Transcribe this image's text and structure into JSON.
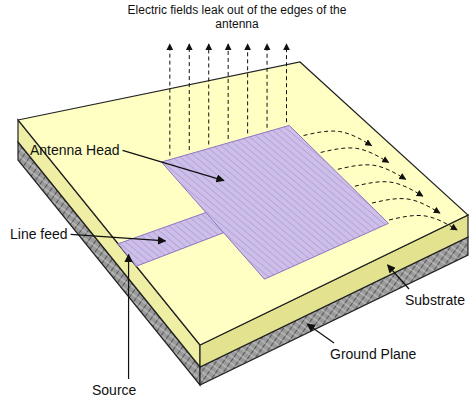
{
  "diagram": {
    "labels": [
      "Electric fields leak out of the edges of the antenna",
      "Antenna Head",
      "Line feed",
      "Substrate",
      "Ground Plane",
      "Source"
    ]
  }
}
